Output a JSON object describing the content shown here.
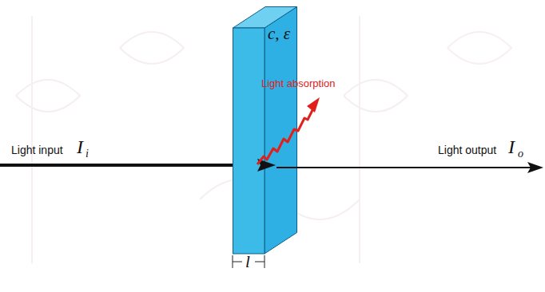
{
  "diagram": {
    "nodes": [
      {
        "text": [
          "c, ε"
        ]
      }
    ],
    "labels": [
      "Light input",
      "I",
      "i",
      "Light output",
      "I",
      "o",
      "Light absorption",
      "l"
    ]
  }
}
